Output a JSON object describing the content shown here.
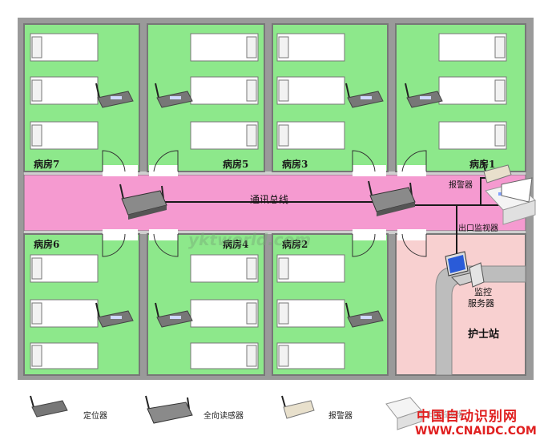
{
  "rooms": {
    "r7": "病房7",
    "r5": "病房5",
    "r3": "病房3",
    "r1": "病房1",
    "r6": "病房6",
    "r4": "病房4",
    "r2": "病房2"
  },
  "bus_label": "通讯总线",
  "labels": {
    "alarm": "报警器",
    "exit_monitor": "出口监视器",
    "server_line1": "监控",
    "server_line2": "服务器",
    "nurse_station": "护士站"
  },
  "legend": {
    "locator": "定位器",
    "reader": "全向读感器",
    "alarm": "报警器",
    "exit_monitor": "出口监视器"
  },
  "watermark": {
    "cn": "中国自动识别网",
    "url": "WWW.CNAIDC.COM",
    "yk": "yktworld.com"
  },
  "colors": {
    "room_green": "#8de88b",
    "corridor_pink": "#f59ad0",
    "wall_gray": "#8a8a8a",
    "nurse_pink": "#f8d0d0",
    "bus_line": "#1a1a1a"
  }
}
